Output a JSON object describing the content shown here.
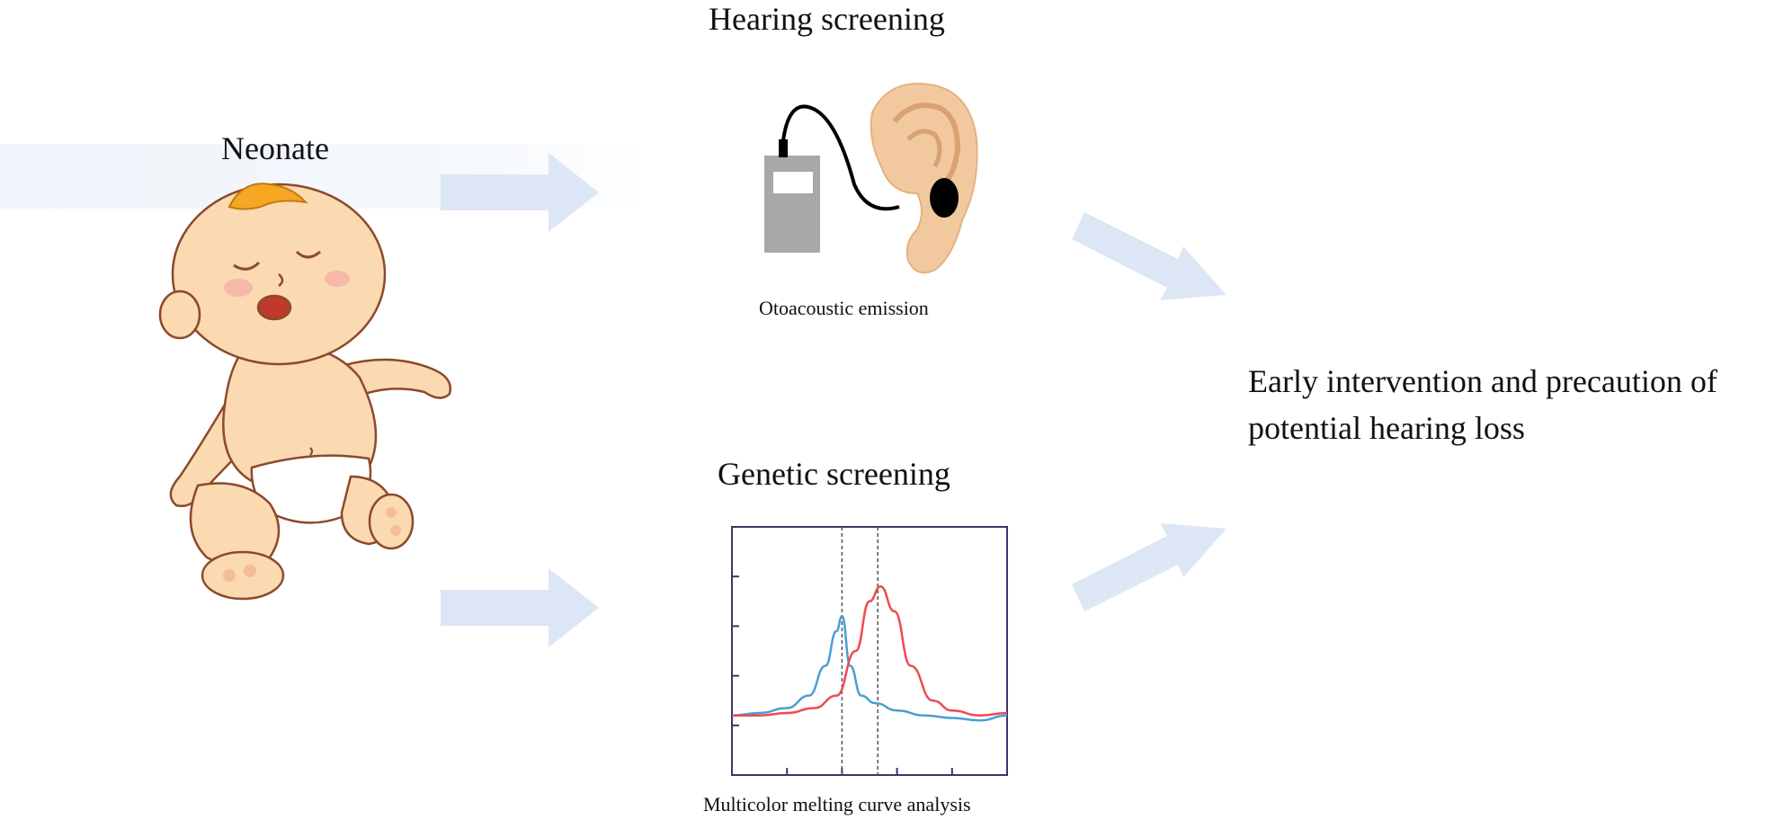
{
  "neonate": {
    "label": "Neonate",
    "icon": "crying-baby-icon"
  },
  "hearing": {
    "title": "Hearing screening",
    "caption": "Otoacoustic  emission",
    "icon": "oae-probe-ear-icon"
  },
  "genetic": {
    "title": "Genetic screening",
    "caption": "Multicolor  melting  curve  analysis"
  },
  "outcome": {
    "text": "Early intervention and precaution of potential hearing loss"
  },
  "colors": {
    "arrow": "#dde6f4",
    "curve_blue": "#4a9ed6",
    "curve_red": "#ee4b50",
    "device": "#a8a8a8",
    "skin": "#fbd9b1",
    "hair": "#f5a623",
    "ear": "#f2c99f"
  },
  "chart_data": {
    "type": "line",
    "title": "",
    "xlabel": "",
    "ylabel": "",
    "grid": false,
    "legend": "none",
    "xlim": [
      0,
      10
    ],
    "ylim": [
      0,
      5
    ],
    "reference_lines_x": [
      4,
      5.3
    ],
    "series": [
      {
        "color": "#4a9ed6",
        "x": [
          0,
          1,
          2,
          2.8,
          3.4,
          3.8,
          4.0,
          4.3,
          4.7,
          5.2,
          6,
          7,
          8,
          9,
          10
        ],
        "y": [
          1.2,
          1.25,
          1.35,
          1.6,
          2.2,
          2.9,
          3.2,
          2.2,
          1.6,
          1.45,
          1.3,
          1.2,
          1.15,
          1.1,
          1.2
        ]
      },
      {
        "color": "#ee4b50",
        "x": [
          0,
          1,
          2,
          3,
          3.8,
          4.5,
          5.0,
          5.4,
          5.9,
          6.5,
          7.3,
          8,
          9,
          10
        ],
        "y": [
          1.2,
          1.2,
          1.25,
          1.35,
          1.6,
          2.5,
          3.5,
          3.8,
          3.3,
          2.2,
          1.5,
          1.3,
          1.2,
          1.25
        ]
      }
    ]
  }
}
